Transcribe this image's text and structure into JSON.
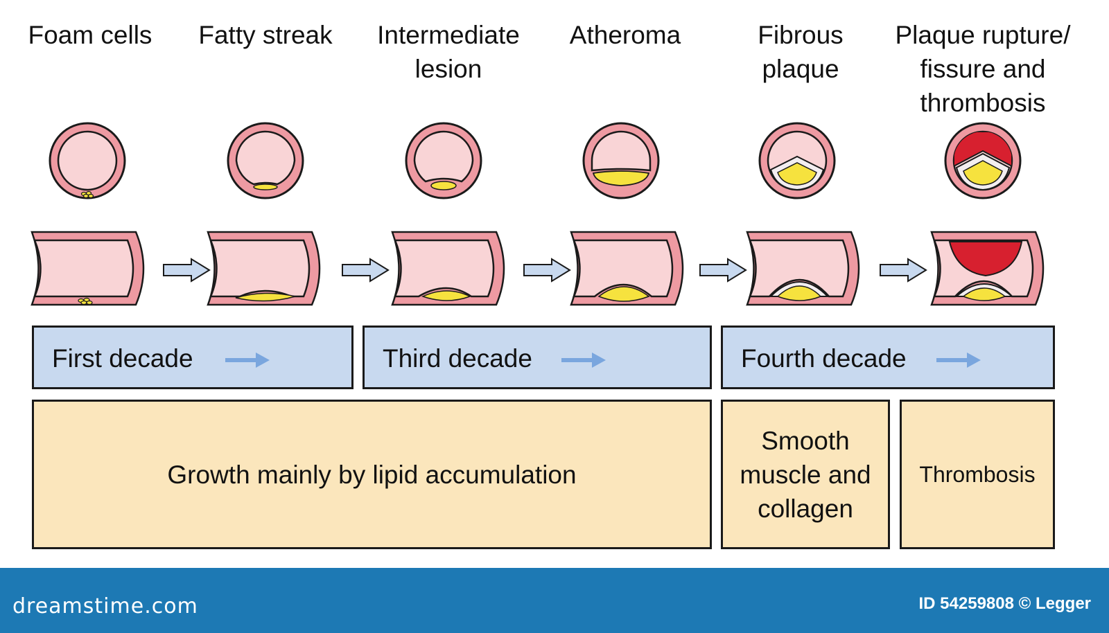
{
  "stages": [
    {
      "id": "foam-cells",
      "title": "Foam cells"
    },
    {
      "id": "fatty-streak",
      "title": "Fatty streak"
    },
    {
      "id": "intermediate-lesion",
      "title": "Intermediate lesion"
    },
    {
      "id": "atheroma",
      "title": "Atheroma"
    },
    {
      "id": "fibrous-plaque",
      "title": "Fibrous plaque"
    },
    {
      "id": "plaque-rupture",
      "title": "Plaque rupture/ fissure and thrombosis"
    }
  ],
  "decades": [
    {
      "label": "First decade"
    },
    {
      "label": "Third decade"
    },
    {
      "label": "Fourth decade"
    }
  ],
  "growth": [
    {
      "label": "Growth mainly by lipid accumulation"
    },
    {
      "label": "Smooth muscle and collagen"
    },
    {
      "label": "Thrombosis"
    }
  ],
  "footer": {
    "brand": "dreamstime.com",
    "credit": "ID 54259808 © Legger"
  },
  "colors": {
    "vessel_wall": "#ee9aa2",
    "lumen": "#f9d4d6",
    "lipid": "#f6e23e",
    "fibrous_cap": "#f3eef0",
    "thrombus": "#d7202f",
    "decade_fill": "#c8d9ef",
    "arrow_blue": "#7aa6de",
    "growth_fill": "#fbe6bc",
    "footer_bg": "#1d79b4"
  },
  "icons": {
    "stage_arrow": "right-arrow-icon",
    "decade_arrow": "right-arrow-icon"
  }
}
